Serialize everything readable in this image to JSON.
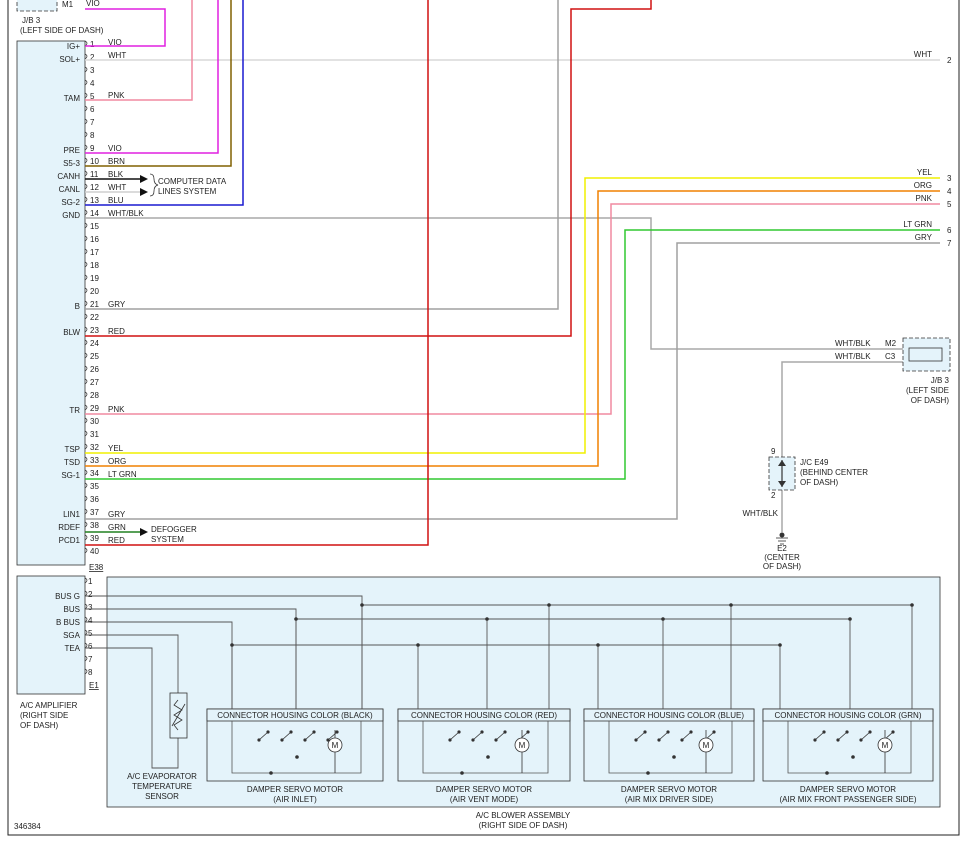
{
  "colors": {
    "VIO": "#e020e0",
    "WHT": "#d8d8d8",
    "PNK": "#f08aa0",
    "BRN": "#806000",
    "BLK": "#111111",
    "BLU": "#1a1ad0",
    "WHT/BLK": "#a8a8a8",
    "GRY": "#a0a0a0",
    "RED": "#d01010",
    "YEL": "#f0f000",
    "ORG": "#f08000",
    "LT GRN": "#30c830",
    "GRN": "#208020"
  },
  "jb3_top": {
    "pin": "M1",
    "wire": "VIO",
    "name": "J/B 3",
    "location": "(LEFT SIDE OF DASH)"
  },
  "amplifier": {
    "name": "A/C AMPLIFIER",
    "location_1": "(RIGHT SIDE",
    "location_2": "OF DASH)",
    "connector_1": "E38",
    "connector_2": "E1",
    "pins_e38": [
      {
        "n": "1",
        "label": "IG+",
        "wire": "VIO"
      },
      {
        "n": "2",
        "label": "SOL+",
        "wire": "WHT"
      },
      {
        "n": "3",
        "label": "",
        "wire": ""
      },
      {
        "n": "4",
        "label": "",
        "wire": ""
      },
      {
        "n": "5",
        "label": "TAM",
        "wire": "PNK"
      },
      {
        "n": "6",
        "label": "",
        "wire": ""
      },
      {
        "n": "7",
        "label": "",
        "wire": ""
      },
      {
        "n": "8",
        "label": "",
        "wire": ""
      },
      {
        "n": "9",
        "label": "PRE",
        "wire": "VIO"
      },
      {
        "n": "10",
        "label": "S5-3",
        "wire": "BRN"
      },
      {
        "n": "11",
        "label": "CANH",
        "wire": "BLK"
      },
      {
        "n": "12",
        "label": "CANL",
        "wire": "WHT"
      },
      {
        "n": "13",
        "label": "SG-2",
        "wire": "BLU"
      },
      {
        "n": "14",
        "label": "GND",
        "wire": "WHT/BLK"
      },
      {
        "n": "15",
        "label": "",
        "wire": ""
      },
      {
        "n": "16",
        "label": "",
        "wire": ""
      },
      {
        "n": "17",
        "label": "",
        "wire": ""
      },
      {
        "n": "18",
        "label": "",
        "wire": ""
      },
      {
        "n": "19",
        "label": "",
        "wire": ""
      },
      {
        "n": "20",
        "label": "",
        "wire": ""
      },
      {
        "n": "21",
        "label": "B",
        "wire": "GRY"
      },
      {
        "n": "22",
        "label": "",
        "wire": ""
      },
      {
        "n": "23",
        "label": "BLW",
        "wire": "RED"
      },
      {
        "n": "24",
        "label": "",
        "wire": ""
      },
      {
        "n": "25",
        "label": "",
        "wire": ""
      },
      {
        "n": "26",
        "label": "",
        "wire": ""
      },
      {
        "n": "27",
        "label": "",
        "wire": ""
      },
      {
        "n": "28",
        "label": "",
        "wire": ""
      },
      {
        "n": "29",
        "label": "TR",
        "wire": "PNK"
      },
      {
        "n": "30",
        "label": "",
        "wire": ""
      },
      {
        "n": "31",
        "label": "",
        "wire": ""
      },
      {
        "n": "32",
        "label": "TSP",
        "wire": "YEL"
      },
      {
        "n": "33",
        "label": "TSD",
        "wire": "ORG"
      },
      {
        "n": "34",
        "label": "SG-1",
        "wire": "LT GRN"
      },
      {
        "n": "35",
        "label": "",
        "wire": ""
      },
      {
        "n": "36",
        "label": "",
        "wire": ""
      },
      {
        "n": "37",
        "label": "LIN1",
        "wire": "GRY"
      },
      {
        "n": "38",
        "label": "RDEF",
        "wire": "GRN"
      },
      {
        "n": "39",
        "label": "PCD1",
        "wire": "RED"
      },
      {
        "n": "40",
        "label": "",
        "wire": ""
      }
    ],
    "pins_e1": [
      {
        "n": "1",
        "label": ""
      },
      {
        "n": "2",
        "label": "BUS G"
      },
      {
        "n": "3",
        "label": "BUS"
      },
      {
        "n": "4",
        "label": "B BUS"
      },
      {
        "n": "5",
        "label": "SGA"
      },
      {
        "n": "6",
        "label": "TEA"
      },
      {
        "n": "7",
        "label": ""
      },
      {
        "n": "8",
        "label": ""
      }
    ]
  },
  "computer_data": {
    "line1": "COMPUTER DATA",
    "line2": "LINES SYSTEM"
  },
  "defogger": {
    "line1": "DEFOGGER",
    "line2": "SYSTEM"
  },
  "right_wires": [
    {
      "wire": "WHT",
      "pin": "2"
    },
    {
      "wire": "YEL",
      "pin": "3"
    },
    {
      "wire": "ORG",
      "pin": "4"
    },
    {
      "wire": "PNK",
      "pin": "5"
    },
    {
      "wire": "LT GRN",
      "pin": "6"
    },
    {
      "wire": "GRY",
      "pin": "7"
    }
  ],
  "jb3_right": {
    "wire_1": "WHT/BLK",
    "pin_1": "M2",
    "wire_2": "WHT/BLK",
    "pin_2": "C3",
    "name": "J/B 3",
    "loc_1": "(LEFT SIDE",
    "loc_2": "OF DASH)"
  },
  "jc_e49": {
    "pin_top": "9",
    "pin_bottom": "2",
    "name": "J/C E49",
    "loc_1": "(BEHIND CENTER",
    "loc_2": "OF DASH)",
    "wire": "WHT/BLK"
  },
  "ground_e2": {
    "name": "E2",
    "loc_1": "(CENTER",
    "loc_2": "OF DASH)"
  },
  "blower": {
    "name": "A/C BLOWER ASSEMBLY",
    "location": "(RIGHT SIDE OF DASH)"
  },
  "sensor": {
    "line1": "A/C EVAPORATOR",
    "line2": "TEMPERATURE",
    "line3": "SENSOR"
  },
  "motors": [
    {
      "housing": "CONNECTOR HOUSING COLOR (BLACK)",
      "title": "DAMPER SERVO MOTOR",
      "sub": "(AIR INLET)"
    },
    {
      "housing": "CONNECTOR HOUSING COLOR (RED)",
      "title": "DAMPER SERVO MOTOR",
      "sub": "(AIR VENT MODE)"
    },
    {
      "housing": "CONNECTOR HOUSING COLOR (BLUE)",
      "title": "DAMPER SERVO MOTOR",
      "sub": "(AIR MIX DRIVER SIDE)"
    },
    {
      "housing": "CONNECTOR HOUSING COLOR (GRN)",
      "title": "DAMPER SERVO MOTOR",
      "sub": "(AIR MIX FRONT PASSENGER SIDE)"
    }
  ],
  "motor_symbol": "M",
  "diagram_id": "346384"
}
